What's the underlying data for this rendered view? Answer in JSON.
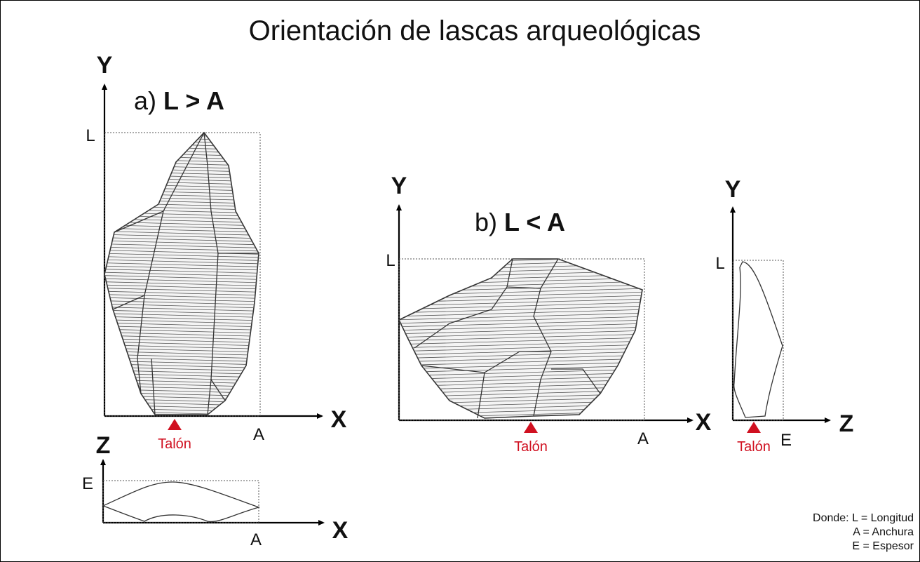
{
  "title": "Orientación de lascas arqueológicas",
  "panel_a": {
    "label_prefix": "a) ",
    "label_rel": "L > A",
    "y_axis": "Y",
    "x_axis": "X",
    "z_axis": "Z",
    "tick_L": "L",
    "tick_A": "A",
    "tick_E": "E",
    "tick_A_bottom": "A",
    "x_axis_bottom": "X",
    "platform": "Talón"
  },
  "panel_b": {
    "label_prefix": "b) ",
    "label_rel": "L < A",
    "y_axis": "Y",
    "x_axis": "X",
    "tick_L": "L",
    "tick_A": "A",
    "platform": "Talón"
  },
  "panel_c": {
    "y_axis": "Y",
    "z_axis": "Z",
    "tick_L": "L",
    "tick_E": "E",
    "platform": "Talón"
  },
  "legend": {
    "line1": "Donde: L = Longitud",
    "line2": "A = Anchura",
    "line3": "E = Espesor"
  },
  "colors": {
    "platform_marker": "#d01020",
    "axes": "#000000"
  }
}
